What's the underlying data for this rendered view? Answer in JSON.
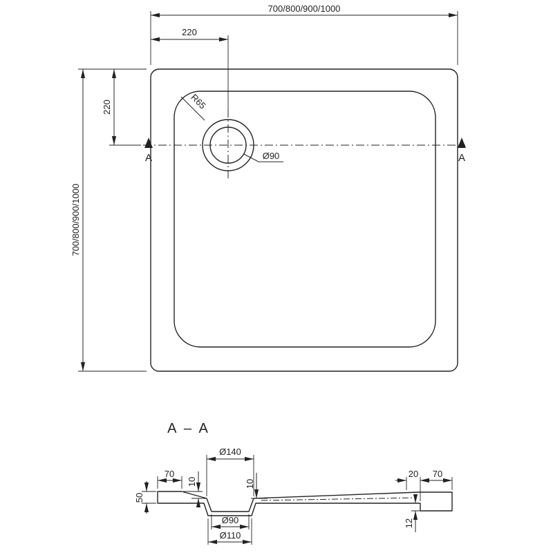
{
  "page": {
    "background": "#ffffff",
    "line_color": "#222222"
  },
  "top_view": {
    "width_label": "700/800/900/1000",
    "height_label": "700/800/900/1000",
    "drain_offset_top": "220",
    "drain_offset_side": "220",
    "drain_diameter_label": "Ø90",
    "corner_radius_label": "R65",
    "section_letter": "A"
  },
  "section_view": {
    "title": "A – A",
    "dims": {
      "recess_top_diameter": "Ø140",
      "rim_left_width": "70",
      "slope_drop_left": "10",
      "slope_drop_right": "10",
      "right_step": "20",
      "rim_right_width": "70",
      "tray_height": "50",
      "foot_height": "12",
      "drain_inner_diameter": "Ø90",
      "drain_outer_diameter": "Ø110"
    }
  }
}
